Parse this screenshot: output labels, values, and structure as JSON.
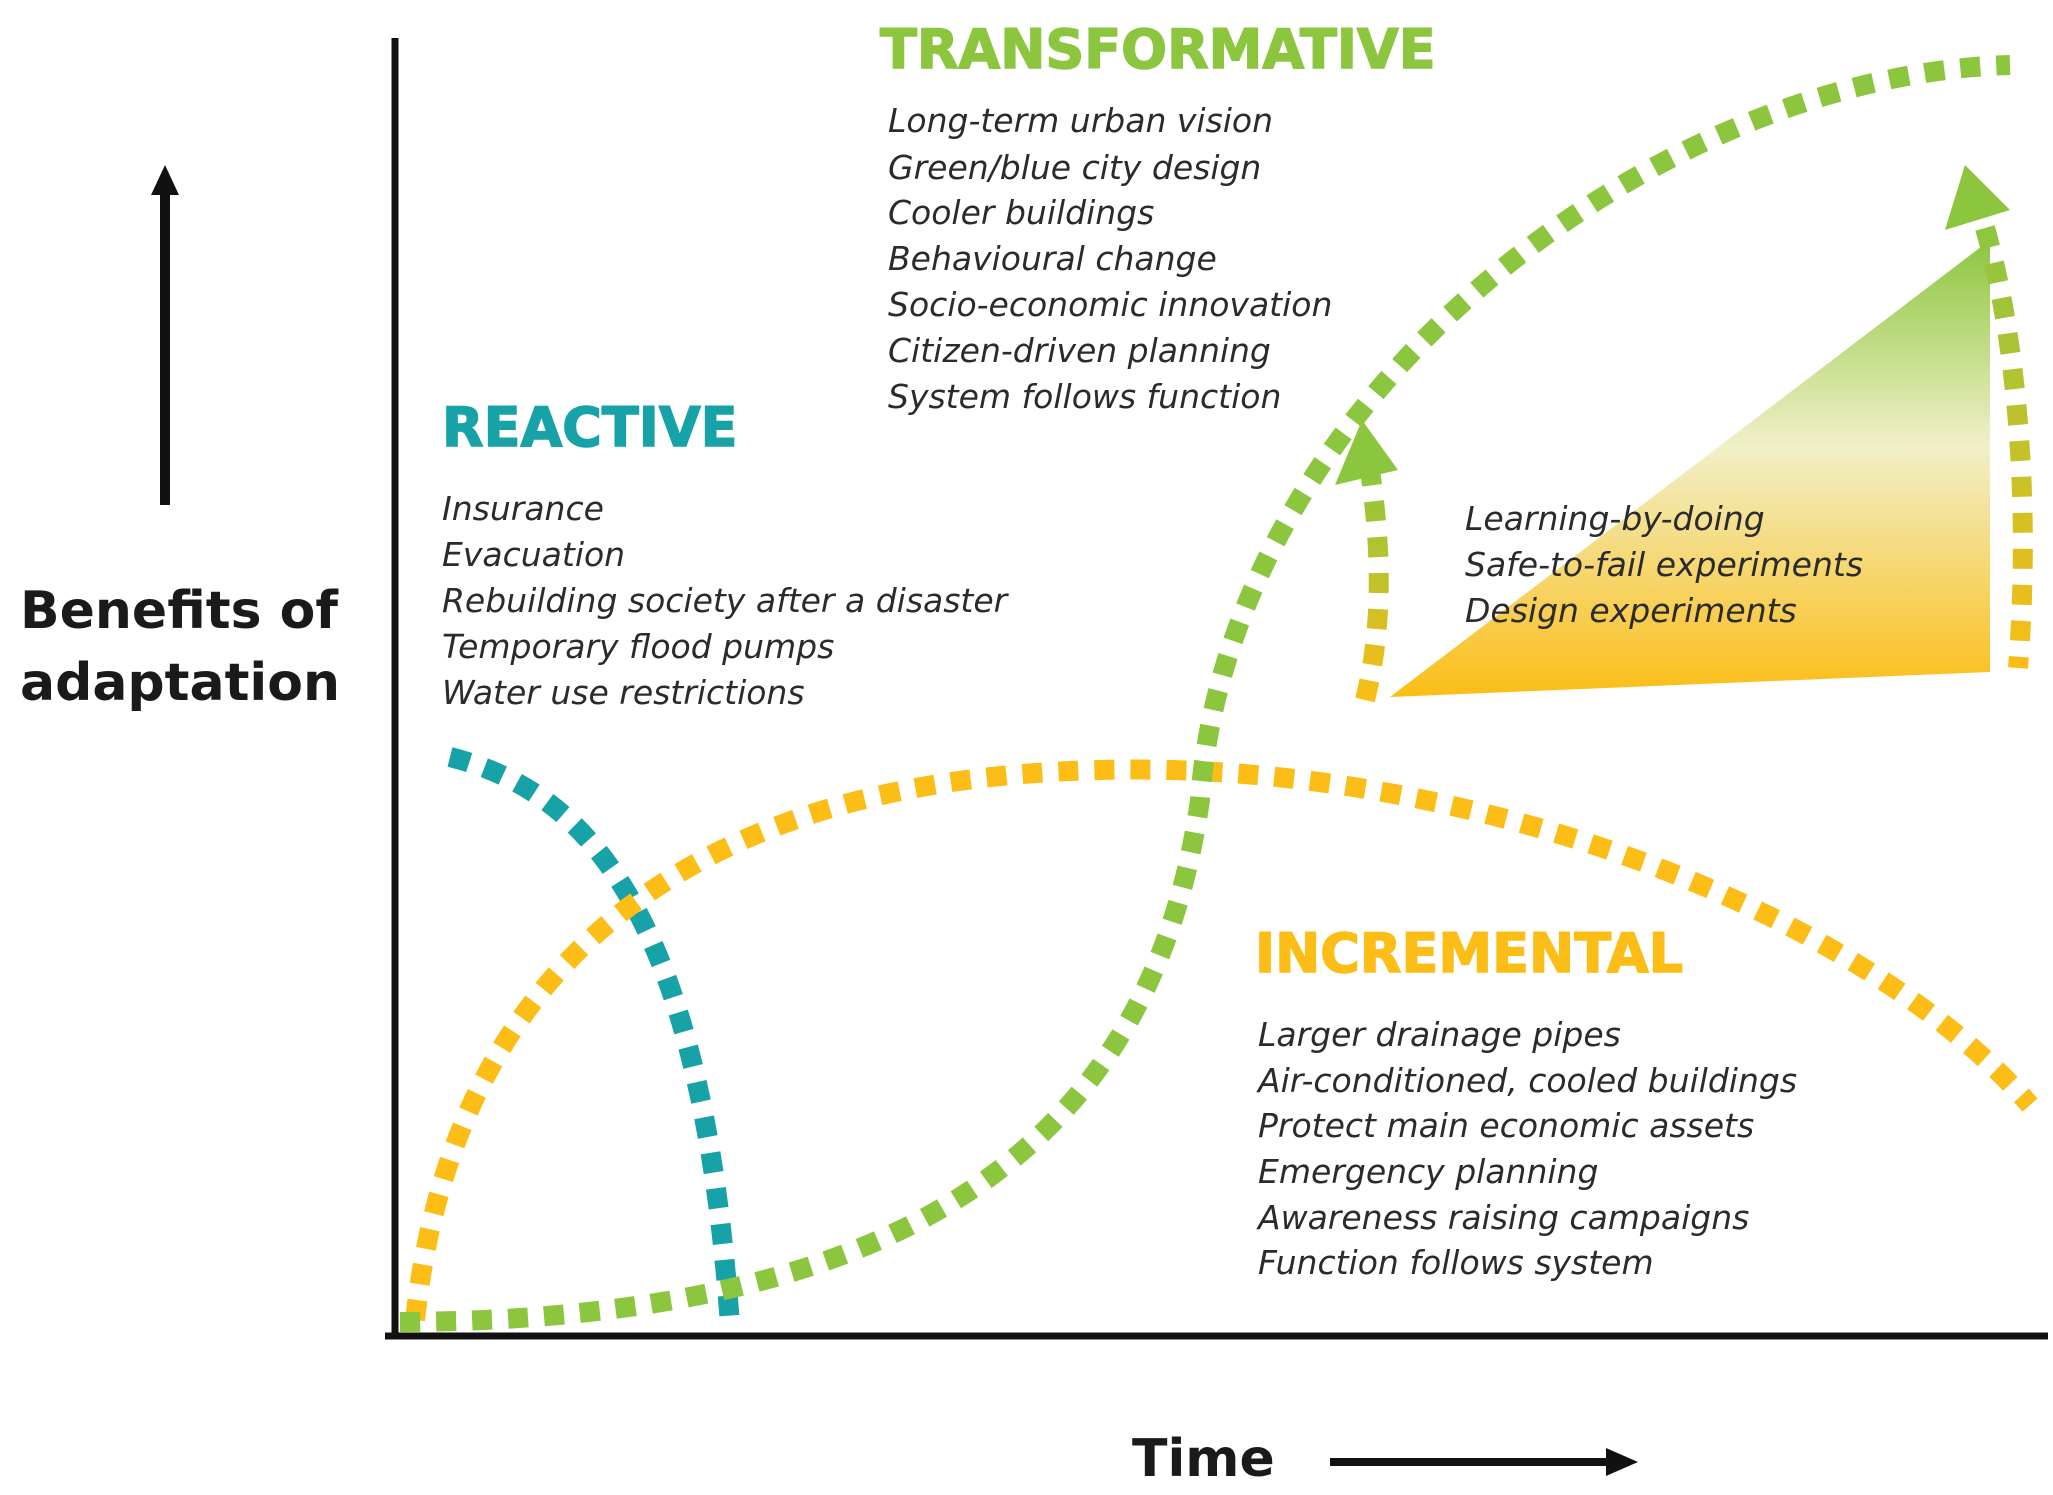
{
  "axes": {
    "y_label_line1": "Benefits of",
    "y_label_line2": "adaptation",
    "x_label": "Time"
  },
  "colors": {
    "reactive": "#17a2a8",
    "transformative": "#8cc63f",
    "incremental": "#fbbd16",
    "text": "#2b2b2b",
    "axis": "#111111"
  },
  "transformative": {
    "title": "TRANSFORMATIVE",
    "items": [
      "Long-term urban vision",
      "Green/blue city design",
      "Cooler buildings",
      "Behavioural change",
      "Socio-economic innovation",
      "Citizen-driven planning",
      "System follows function"
    ]
  },
  "reactive": {
    "title": "REACTIVE",
    "items": [
      "Insurance",
      "Evacuation",
      "Rebuilding society after a disaster",
      "Temporary flood pumps",
      "Water use restrictions"
    ]
  },
  "incremental": {
    "title": "INCREMENTAL",
    "items": [
      "Larger drainage pipes",
      "Air-conditioned, cooled buildings",
      "Protect main economic assets",
      "Emergency planning",
      "Awareness raising campaigns",
      "Function follows system"
    ]
  },
  "experiments": {
    "items": [
      "Learning-by-doing",
      "Safe-to-fail experiments",
      "Design experiments"
    ]
  }
}
